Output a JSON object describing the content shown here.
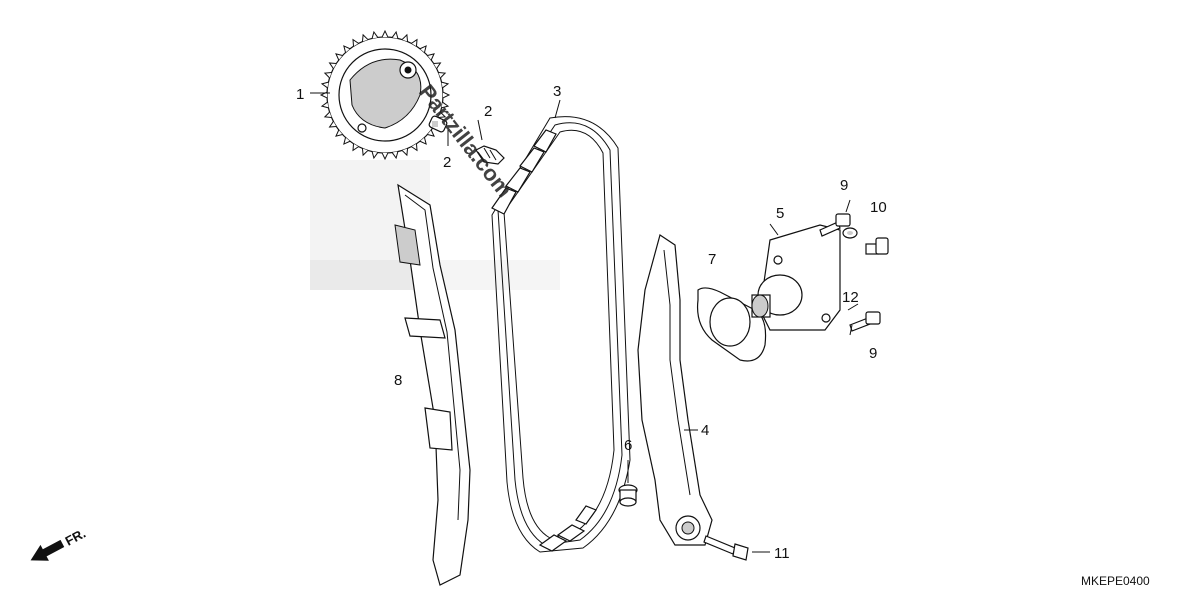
{
  "diagram": {
    "callouts": [
      {
        "id": "c1",
        "label": "1"
      },
      {
        "id": "c2a",
        "label": "2"
      },
      {
        "id": "c2b",
        "label": "2"
      },
      {
        "id": "c3",
        "label": "3"
      },
      {
        "id": "c4",
        "label": "4"
      },
      {
        "id": "c5",
        "label": "5"
      },
      {
        "id": "c6",
        "label": "6"
      },
      {
        "id": "c7",
        "label": "7"
      },
      {
        "id": "c8",
        "label": "8"
      },
      {
        "id": "c9a",
        "label": "9"
      },
      {
        "id": "c9b",
        "label": "9"
      },
      {
        "id": "c10",
        "label": "10"
      },
      {
        "id": "c11",
        "label": "11"
      },
      {
        "id": "c12",
        "label": "12"
      }
    ],
    "direction_label": "FR.",
    "diagram_code": "MKEPE0400",
    "watermark": "Partzilla.com"
  }
}
